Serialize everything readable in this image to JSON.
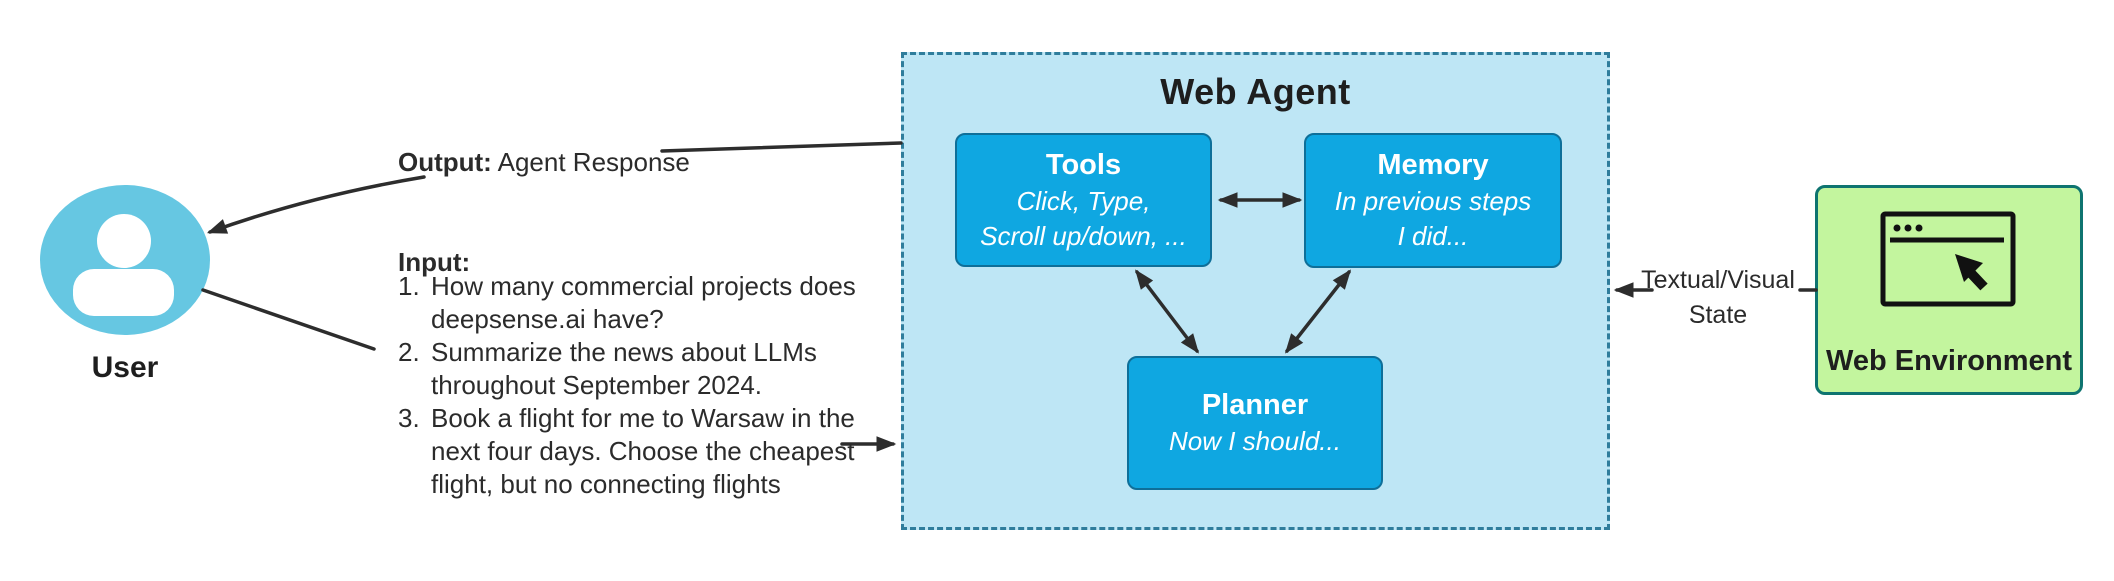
{
  "user": {
    "label": "User"
  },
  "output": {
    "label_bold": "Output:",
    "label_text": " Agent Response"
  },
  "input": {
    "header": "Input:",
    "items": [
      {
        "num": "1.",
        "lines": [
          "How many commercial projects does",
          "deepsense.ai have?"
        ]
      },
      {
        "num": "2.",
        "lines": [
          "Summarize the news about LLMs",
          "throughout September 2024."
        ]
      },
      {
        "num": "3.",
        "lines": [
          "Book a flight for me to Warsaw in the",
          "next four days. Choose the cheapest",
          "flight, but no connecting flights"
        ]
      }
    ]
  },
  "web_agent": {
    "title": "Web Agent",
    "tools": {
      "title": "Tools",
      "lines": [
        "Click, Type,",
        "Scroll up/down, ..."
      ]
    },
    "memory": {
      "title": "Memory",
      "lines": [
        "In previous steps",
        "I did..."
      ]
    },
    "planner": {
      "title": "Planner",
      "lines": [
        "Now I should..."
      ]
    }
  },
  "web_environment": {
    "title": "Web Environment"
  },
  "state_label": {
    "lines": [
      "Textual/Visual",
      "State"
    ]
  },
  "colors": {
    "agent_background": "#bee6f5",
    "agent_dashed_border": "#2f7d9c",
    "node_fill": "#0fa7e1",
    "node_border": "#0e6f99",
    "user_circle": "#66c7e2",
    "environment_fill": "#c3f59e",
    "environment_border": "#0e7470",
    "connector": "#2d2d2d",
    "text": "#2b2b2b"
  }
}
